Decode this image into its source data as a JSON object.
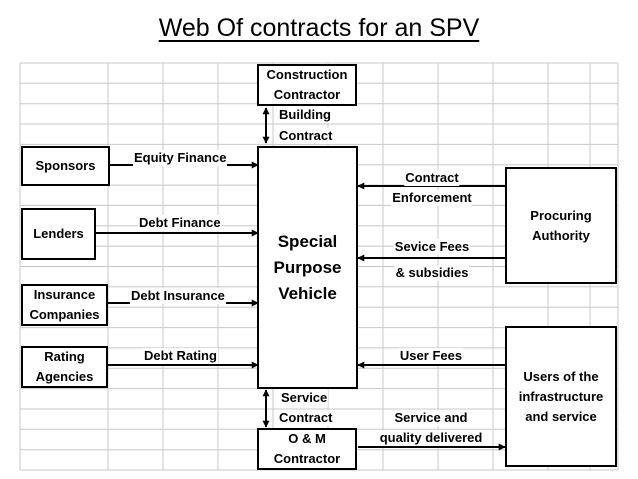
{
  "title": "Web Of contracts for an SPV",
  "boxes": {
    "construction_contractor": [
      "Construction",
      "Contractor"
    ],
    "sponsors": [
      "Sponsors"
    ],
    "lenders": [
      "Lenders"
    ],
    "insurance_companies": [
      "Insurance",
      "Companies"
    ],
    "rating_agencies": [
      "Rating",
      "Agencies"
    ],
    "spv": [
      "Special",
      "Purpose",
      "Vehicle"
    ],
    "procuring_authority": [
      "Procuring",
      "Authority"
    ],
    "users": [
      "Users of the",
      "infrastructure",
      "and service"
    ],
    "om_contractor": [
      "O & M",
      "Contractor"
    ]
  },
  "labels": {
    "building_contract": [
      "Building",
      "Contract"
    ],
    "equity_finance": "Equity Finance",
    "debt_finance": "Debt Finance",
    "debt_insurance": "Debt Insurance",
    "debt_rating": "Debt Rating",
    "contract_enforcement": [
      "Contract",
      "Enforcement"
    ],
    "service_fees": [
      "Sevice Fees",
      "& subsidies"
    ],
    "user_fees": "User Fees",
    "service_contract": [
      "Service",
      "Contract"
    ],
    "service_quality": [
      "Service and",
      "quality delivered"
    ]
  }
}
